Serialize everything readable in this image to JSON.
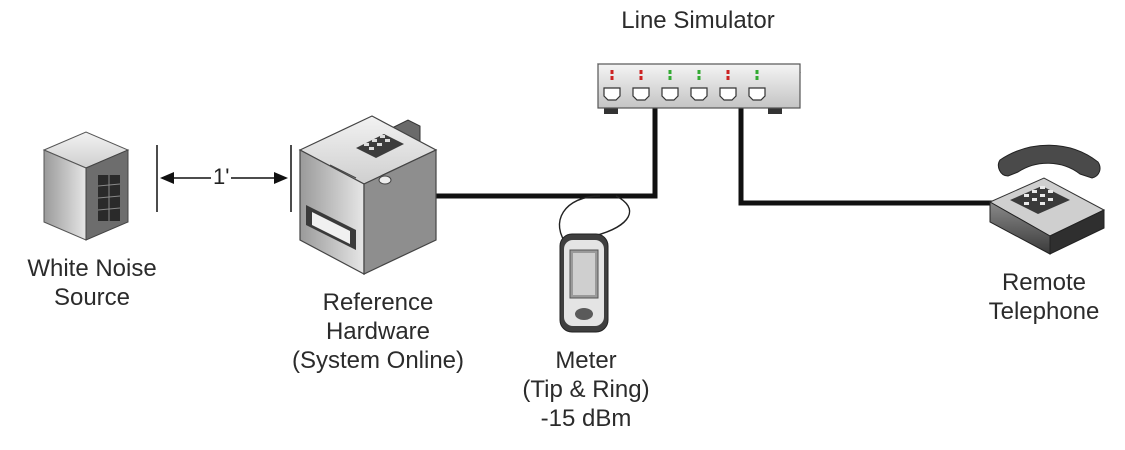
{
  "diagram": {
    "nodes": {
      "line_simulator": {
        "label": "Line Simulator"
      },
      "white_noise_source": {
        "label_lines": [
          "White Noise",
          "Source"
        ]
      },
      "reference_hardware": {
        "label_lines": [
          "Reference",
          "Hardware",
          "(System Online)"
        ]
      },
      "meter": {
        "label_lines": [
          "Meter",
          "(Tip & Ring)",
          "-15 dBm"
        ]
      },
      "remote_telephone": {
        "label_lines": [
          "Remote",
          "Telephone"
        ]
      }
    },
    "distance_marker": {
      "label": "1'"
    },
    "edges": [
      {
        "from": "reference_hardware",
        "to": "line_simulator"
      },
      {
        "from": "line_simulator",
        "to": "remote_telephone"
      },
      {
        "from": "meter",
        "to": "reference_hardware"
      }
    ],
    "indicator_colors": [
      "#cc2222",
      "#cc2222",
      "#33aa33",
      "#33aa33",
      "#cc2222",
      "#33aa33"
    ]
  }
}
